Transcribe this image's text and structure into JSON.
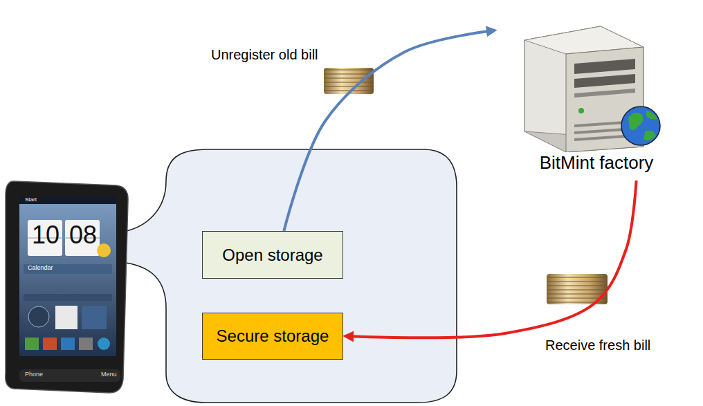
{
  "diagram": {
    "nodes": [
      {
        "text": [
          "Open storage"
        ]
      },
      {
        "text": [
          "Secure storage"
        ]
      },
      {
        "text": [
          "BitMint factory"
        ]
      }
    ],
    "edges": [
      {
        "from": 0,
        "to": 2,
        "arrow": "to",
        "label": "Unregister old bill"
      },
      {
        "from": 2,
        "to": 1,
        "arrow": "to",
        "label": "Receive fresh bill"
      }
    ],
    "labels": [
      "Start",
      "10",
      "08",
      "Calendar",
      "Phone",
      "Menu"
    ]
  }
}
